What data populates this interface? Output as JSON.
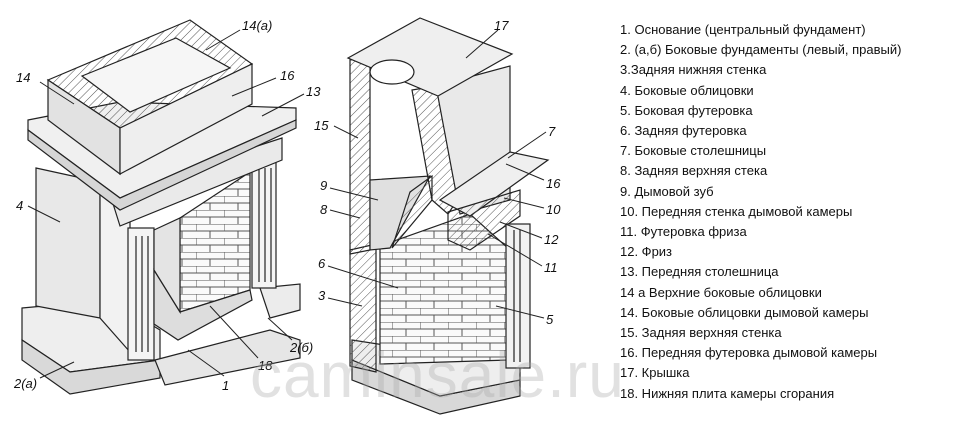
{
  "legend": [
    "1. Основание (центральный фундамент)",
    "2. (а,б) Боковые фундаменты (левый, правый)",
    "3.Задняя нижняя стенка",
    "4. Боковые облицовки",
    "5. Боковая футеровка",
    "6. Задняя футеровка",
    "7. Боковые столешницы",
    "8. Задняя верхняя стека",
    "9. Дымовой зуб",
    "10. Передняя стенка дымовой камеры",
    "11. Футеровка фриза",
    "12. Фриз",
    "13. Передняя столешница",
    "14 а Верхние боковые облицовки",
    "14. Боковые облицовки дымовой камеры",
    "15. Задняя верхняя стенка",
    "16. Передняя футеровка дымовой камеры",
    "17. Крышка",
    "18. Нижняя плита камеры сгорания"
  ],
  "labels": {
    "l14a": "14(a)",
    "l14": "14",
    "l16": "16",
    "l13": "13",
    "l4": "4",
    "l2a": "2(a)",
    "l1": "1",
    "l18": "18",
    "l2b": "2(б)",
    "r17": "17",
    "r15": "15",
    "r7": "7",
    "r16": "16",
    "r9": "9",
    "r8": "8",
    "r10": "10",
    "r12": "12",
    "r11": "11",
    "r6": "6",
    "r3": "3",
    "r5": "5"
  },
  "watermark": "caminsale.ru"
}
